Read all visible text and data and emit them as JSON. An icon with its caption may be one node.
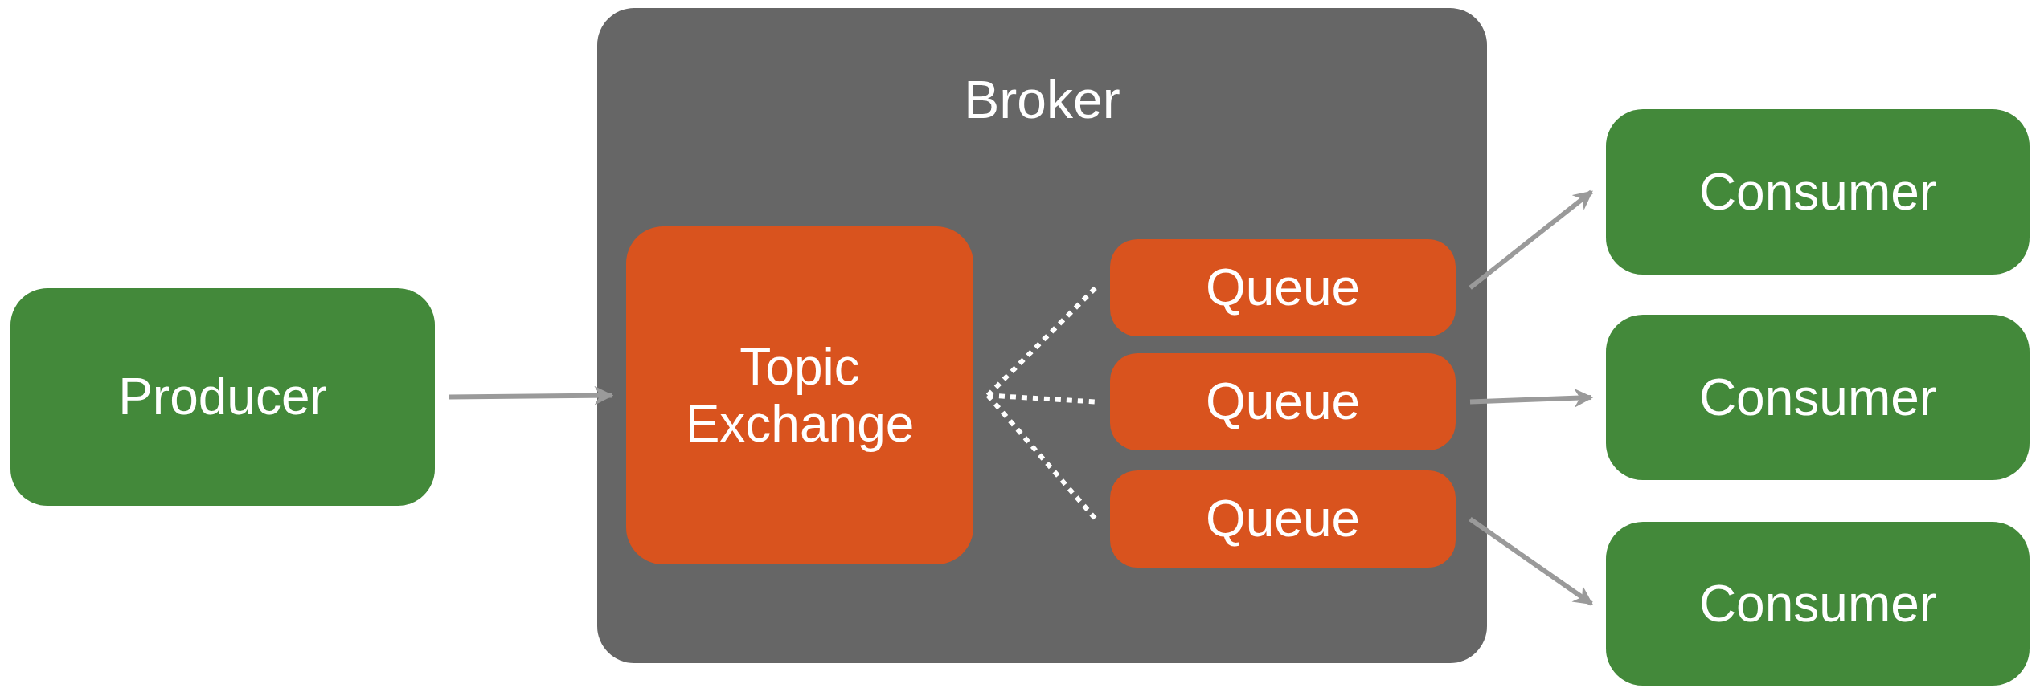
{
  "diagram": {
    "nodes": [
      {
        "text": [
          "Producer"
        ]
      },
      {
        "text": [
          "Broker"
        ]
      },
      {
        "text": [
          "Topic Exchange"
        ],
        "in": 1
      },
      {
        "text": [
          "Queue"
        ],
        "in": 1
      },
      {
        "text": [
          "Queue"
        ],
        "in": 1
      },
      {
        "text": [
          "Queue"
        ],
        "in": 1
      },
      {
        "text": [
          "Consumer"
        ]
      },
      {
        "text": [
          "Consumer"
        ]
      },
      {
        "text": [
          "Consumer"
        ]
      }
    ],
    "edges": [
      {
        "from": 0,
        "to": 2,
        "arrow": "to"
      },
      {
        "from": 2,
        "to": 3,
        "arrow": "none",
        "style": "dashed",
        "color": "#ffffff"
      },
      {
        "from": 2,
        "to": 4,
        "arrow": "none",
        "style": "dashed",
        "color": "#ffffff"
      },
      {
        "from": 2,
        "to": 5,
        "arrow": "none",
        "style": "dashed",
        "color": "#ffffff"
      },
      {
        "from": 3,
        "to": 6,
        "arrow": "to"
      },
      {
        "from": 4,
        "to": 7,
        "arrow": "to"
      },
      {
        "from": 5,
        "to": 8,
        "arrow": "to"
      }
    ]
  }
}
